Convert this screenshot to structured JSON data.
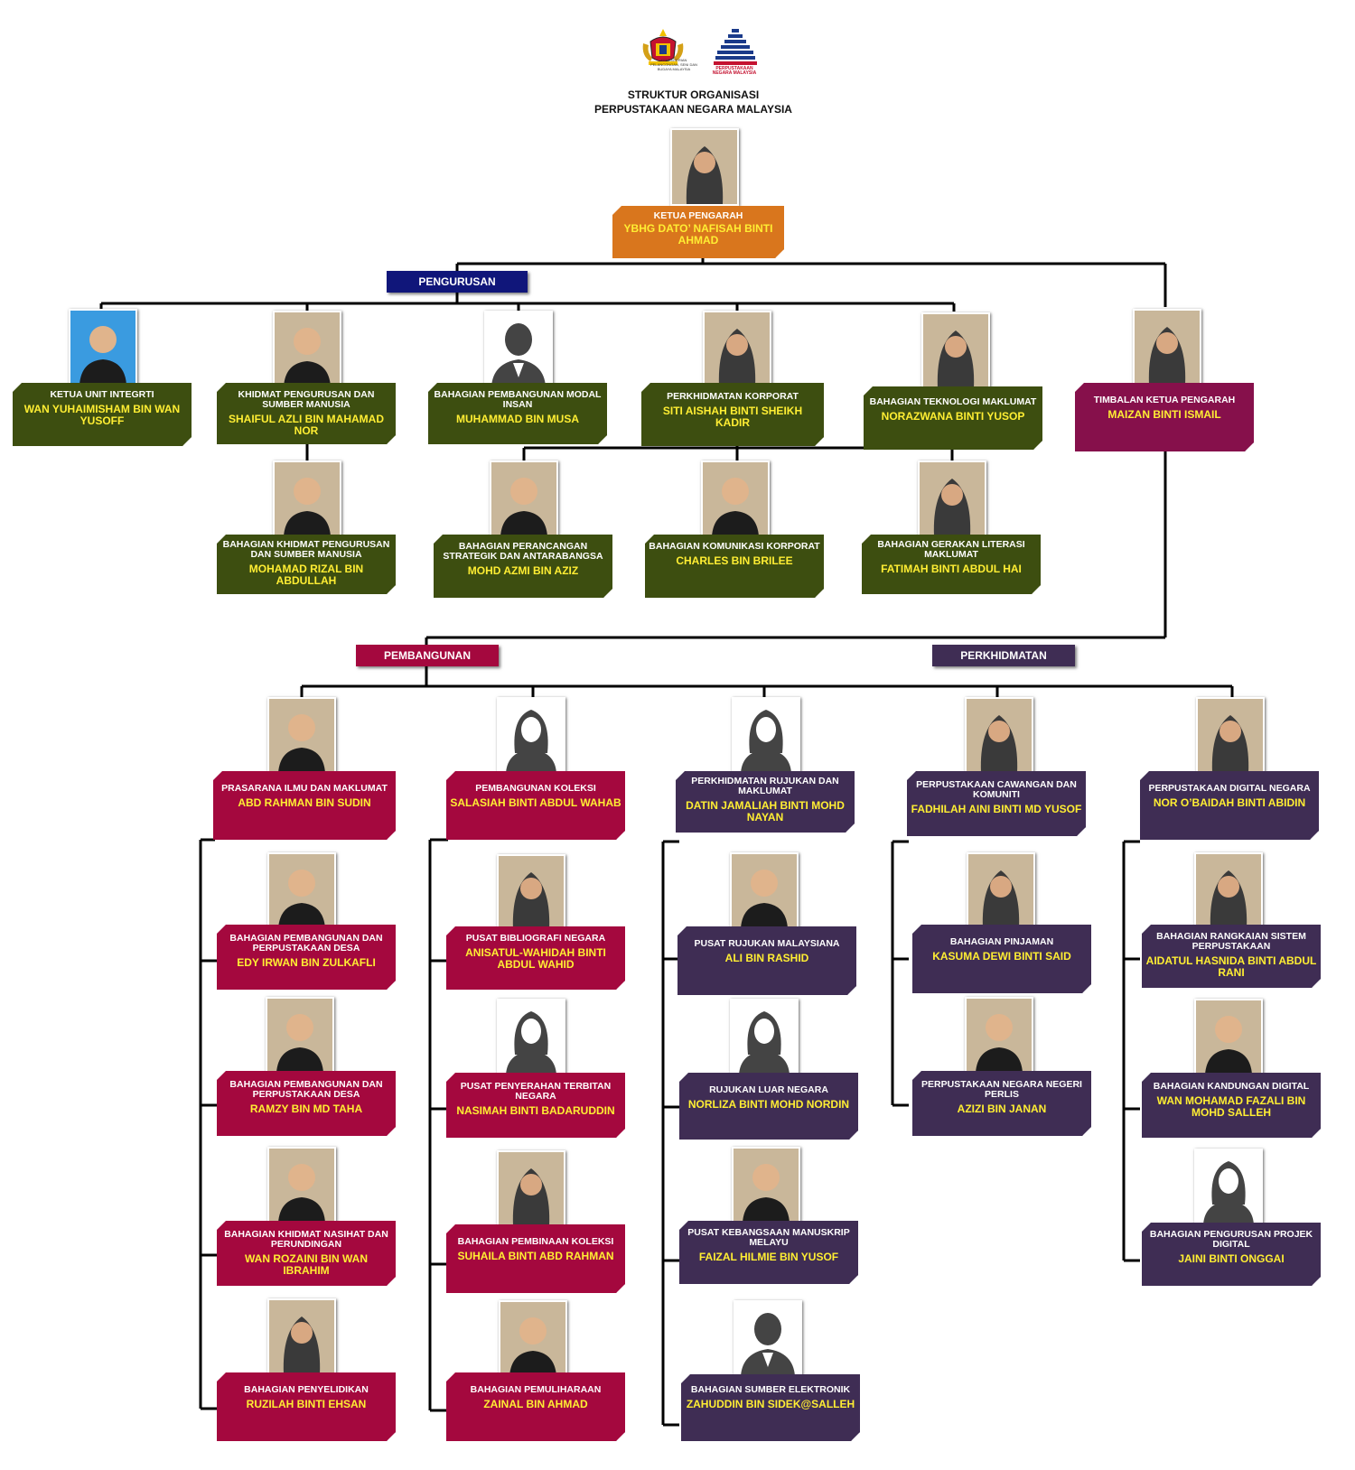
{
  "header": {
    "logo1_text": "KEMENTERIAN PELANCONGAN, SENI DAN BUDAYA MALAYSIA",
    "logo2_text": "PERPUSTAKAAN NEGARA MALAYSIA",
    "title_line1": "STRUKTUR ORGANISASI",
    "title_line2": "PERPUSTAKAAN NEGARA MALAYSIA"
  },
  "sections": {
    "pengurusan": "PENGURUSAN",
    "pembangunan": "PEMBANGUNAN",
    "perkhidmatan": "PERKHIDMATAN"
  },
  "people": {
    "ketua": {
      "title": "KETUA PENGARAH",
      "name": "YBHG DATO’ NAFISAH BINTI AHMAD"
    },
    "integriti": {
      "title": "KETUA UNIT INTEGRTI",
      "name": "WAN YUHAIMISHAM BIN WAN YUSOFF"
    },
    "khidmat": {
      "title": "KHIDMAT PENGURUSAN DAN SUMBER MANUSIA",
      "name": "SHAIFUL AZLI BIN MAHAMAD NOR"
    },
    "modal": {
      "title": "BAHAGIAN PEMBANGUNAN MODAL INSAN",
      "name": "MUHAMMAD BIN MUSA"
    },
    "korporat": {
      "title": "PERKHIDMATAN KORPORAT",
      "name": "SITI AISHAH BINTI SHEIKH KADIR"
    },
    "teknologi": {
      "title": "BAHAGIAN TEKNOLOGI MAKLUMAT",
      "name": "NORAZWANA BINTI YUSOP"
    },
    "timbalan": {
      "title": "TIMBALAN KETUA PENGARAH",
      "name": "MAIZAN BINTI ISMAIL"
    },
    "bkpsm": {
      "title": "BAHAGIAN KHIDMAT PENGURUSAN DAN SUMBER MANUSIA",
      "name": "MOHAMAD RIZAL BIN ABDULLAH"
    },
    "strategik": {
      "title": "BAHAGIAN PERANCANGAN STRATEGIK DAN ANTARABANGSA",
      "name": "MOHD AZMI  BIN AZIZ"
    },
    "komunikasi": {
      "title": "BAHAGIAN KOMUNIKASI KORPORAT",
      "name": "CHARLES BIN BRILEE"
    },
    "literasi": {
      "title": "BAHAGIAN GERAKAN LITERASI MAKLUMAT",
      "name": "FATIMAH BINTI ABDUL HAI"
    },
    "prasarana": {
      "title": "PRASARANA ILMU DAN MAKLUMAT",
      "name": "ABD RAHMAN BIN SUDIN"
    },
    "koleksi": {
      "title": "PEMBANGUNAN KOLEKSI",
      "name": "SALASIAH BINTI ABDUL WAHAB"
    },
    "rujukan": {
      "title": "PERKHIDMATAN RUJUKAN DAN MAKLUMAT",
      "name": "DATIN JAMALIAH BINTI MOHD NAYAN"
    },
    "cawangan": {
      "title": "PERPUSTAKAAN CAWANGAN DAN KOMUNITI",
      "name": "FADHILAH AINI BINTI MD YUSOF"
    },
    "digital": {
      "title": "PERPUSTAKAAN DIGITAL NEGARA",
      "name": "NOR O’BAIDAH BINTI ABIDIN"
    },
    "desa1": {
      "title": "BAHAGIAN PEMBANGUNAN DAN PERPUSTAKAAN DESA",
      "name": "EDY IRWAN BIN ZULKAFLI"
    },
    "desa2": {
      "title": "BAHAGIAN PEMBANGUNAN DAN PERPUSTAKAAN DESA",
      "name": "RAMZY BIN MD TAHA"
    },
    "nasihat": {
      "title": "BAHAGIAN KHIDMAT NASIHAT DAN PERUNDINGAN",
      "name": "WAN ROZAINI BIN WAN IBRAHIM"
    },
    "penyelidikan": {
      "title": "BAHAGIAN PENYELIDIKAN",
      "name": "RUZILAH BINTI EHSAN"
    },
    "bibliografi": {
      "title": "PUSAT BIBLIOGRAFI NEGARA",
      "name": "ANISATUL-WAHIDAH BINTI ABDUL WAHID"
    },
    "penyerahan": {
      "title": "PUSAT PENYERAHAN TERBITAN NEGARA",
      "name": "NASIMAH BINTI BADARUDDIN"
    },
    "pembinaan": {
      "title": "BAHAGIAN PEMBINAAN KOLEKSI",
      "name": "SUHAILA BINTI ABD RAHMAN"
    },
    "pemuliharaan": {
      "title": "BAHAGIAN PEMULIHARAAN",
      "name": "ZAINAL BIN AHMAD"
    },
    "rujukan_msia": {
      "title": "PUSAT RUJUKAN MALAYSIANA",
      "name": "ALI BIN RASHID"
    },
    "luar_negara": {
      "title": "RUJUKAN LUAR NEGARA",
      "name": "NORLIZA BINTI MOHD NORDIN"
    },
    "manuskrip": {
      "title": "PUSAT KEBANGSAAN MANUSKRIP MELAYU",
      "name": "FAIZAL HILMIE BIN YUSOF"
    },
    "elektronik": {
      "title": "BAHAGIAN SUMBER ELEKTRONIK",
      "name": "ZAHUDDIN BIN SIDEK@SALLEH"
    },
    "pinjaman": {
      "title": "BAHAGIAN PINJAMAN",
      "name": "KASUMA DEWI BINTI SAID"
    },
    "perlis": {
      "title": "PERPUSTAKAAN NEGARA NEGERI PERLIS",
      "name": "AZIZI BIN JANAN"
    },
    "rangkaian": {
      "title": "BAHAGIAN RANGKAIAN SISTEM PERPUSTAKAAN",
      "name": "AIDATUL HASNIDA BINTI ABDUL RANI"
    },
    "kandungan": {
      "title": "BAHAGIAN KANDUNGAN DIGITAL",
      "name": "WAN MOHAMAD FAZALI BIN MOHD SALLEH"
    },
    "projek": {
      "title": "BAHAGIAN PENGURUSAN PROJEK DIGITAL",
      "name": "JAINI BINTI ONGGAI"
    }
  },
  "colors": {
    "olive": "#3d4e10",
    "crimson": "#a4083e",
    "purple": "#3f2d54",
    "orange": "#d9761d",
    "magenta": "#86104b",
    "navy": "#10167a",
    "name_text": "#ffee33"
  }
}
